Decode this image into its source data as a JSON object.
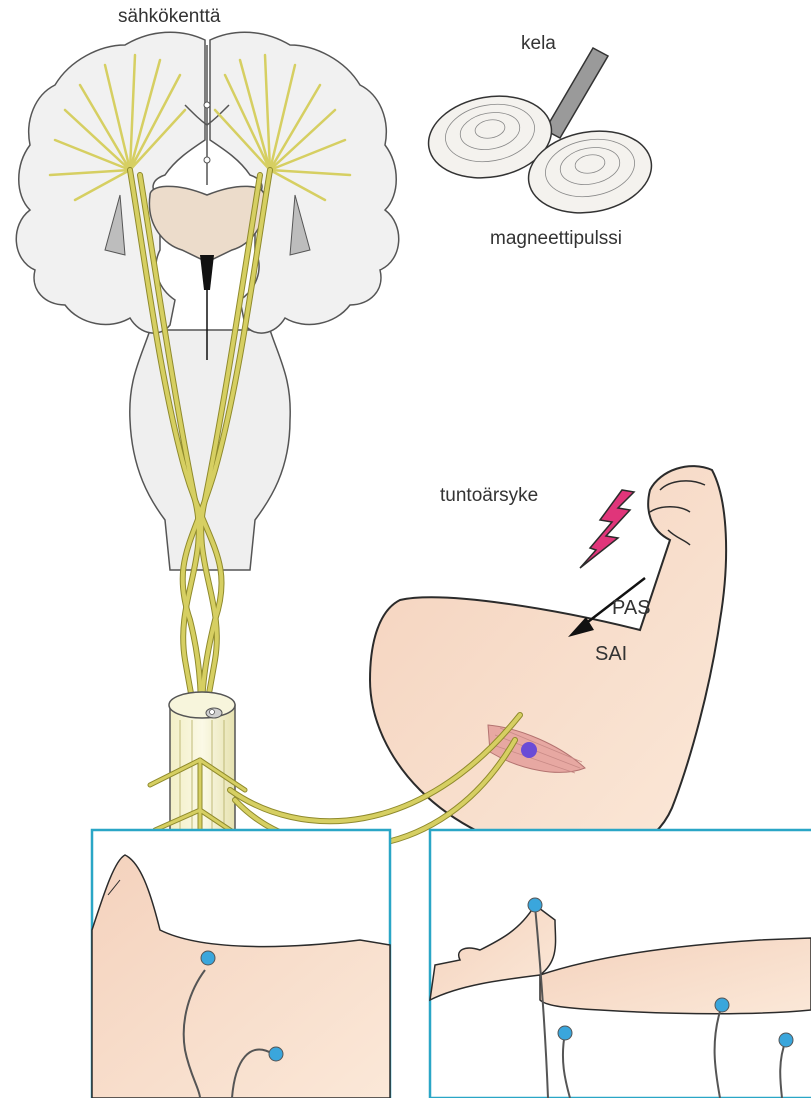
{
  "labels": {
    "electric_field": "sähkökenttä",
    "coil": "kela",
    "magnetic_pulse": "magneettipulssi",
    "touch_stimulus": "tuntoärsyke",
    "pas": "PAS",
    "sai": "SAI"
  },
  "colors": {
    "nerve": "#d6cf62",
    "nerve_outline": "#8f8a2c",
    "brain_fill": "#f1f1f1",
    "skin": "#f7dcc6",
    "skin_outline": "#2b2b2b",
    "panel_border": "#2aa6c6",
    "electrode": "#3aa6dc",
    "lightning": "#e0357a",
    "muscle": "#e7a8a2",
    "motor_point": "#6a4bd6"
  },
  "icons": {
    "coil": "figure-eight-coil-icon",
    "stimulus": "lightning-icon",
    "direction": "arrow-icon"
  }
}
